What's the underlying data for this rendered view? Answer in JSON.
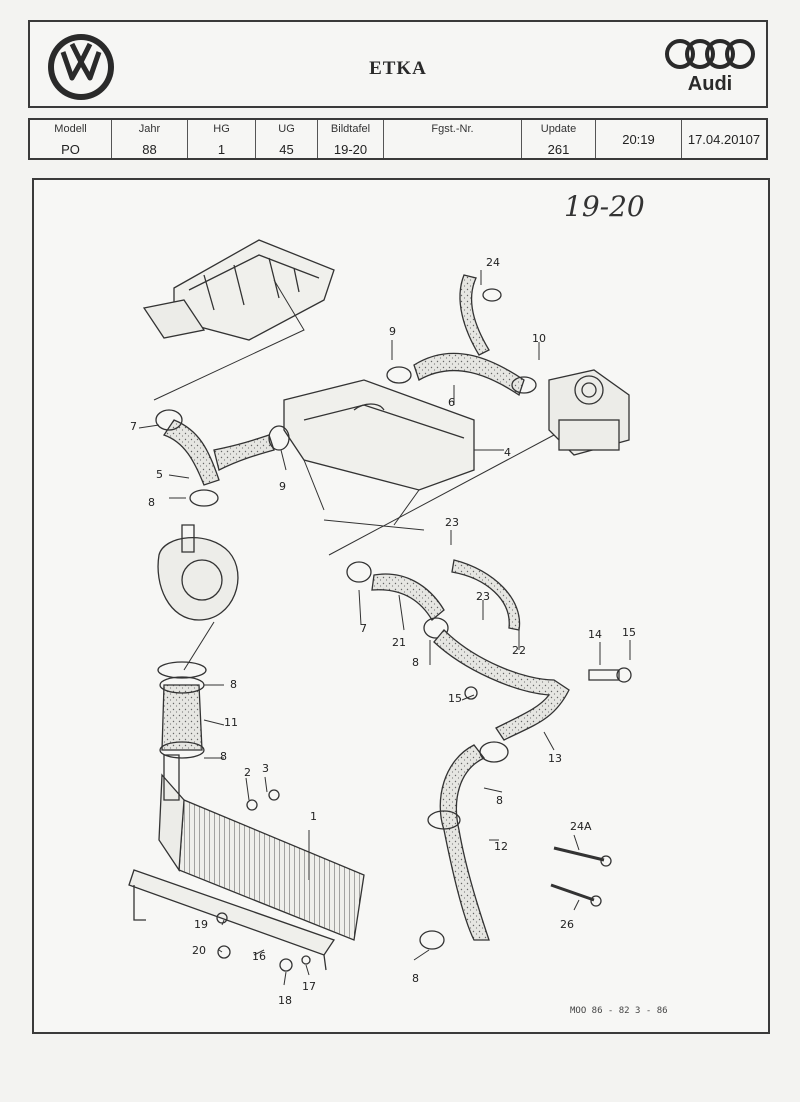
{
  "header": {
    "title": "ETKA",
    "left_logo": "vw-logo",
    "right_logo": "audi-logo",
    "right_logo_text": "Audi"
  },
  "info_row": {
    "modell_label": "Modell",
    "modell_value": "PO",
    "jahr_label": "Jahr",
    "jahr_value": "88",
    "hg_label": "HG",
    "hg_value": "1",
    "ug_label": "UG",
    "ug_value": "45",
    "bildtafel_label": "Bildtafel",
    "bildtafel_value": "19-20",
    "fgst_label": "Fgst.-Nr.",
    "fgst_value": "",
    "update_label": "Update",
    "update_value": "261",
    "time": "20:19",
    "date": "17.04.20107"
  },
  "diagram": {
    "handwritten_note": "19-20",
    "footer_code": "MOO 86 - 82   3 - 86",
    "part_labels": [
      {
        "id": "p24-top",
        "text": "24"
      },
      {
        "id": "p9-top",
        "text": "9"
      },
      {
        "id": "p10",
        "text": "10"
      },
      {
        "id": "p6",
        "text": "6"
      },
      {
        "id": "p7-top",
        "text": "7"
      },
      {
        "id": "p5",
        "text": "5"
      },
      {
        "id": "p8-a",
        "text": "8"
      },
      {
        "id": "p9-mid",
        "text": "9"
      },
      {
        "id": "p4",
        "text": "4"
      },
      {
        "id": "p23-a",
        "text": "23"
      },
      {
        "id": "p23-b",
        "text": "23"
      },
      {
        "id": "p7-mid",
        "text": "7"
      },
      {
        "id": "p21",
        "text": "21"
      },
      {
        "id": "p8-b",
        "text": "8"
      },
      {
        "id": "p22",
        "text": "22"
      },
      {
        "id": "p14",
        "text": "14"
      },
      {
        "id": "p15-a",
        "text": "15"
      },
      {
        "id": "p15-b",
        "text": "15"
      },
      {
        "id": "p8-c",
        "text": "8"
      },
      {
        "id": "p11",
        "text": "11"
      },
      {
        "id": "p8-d",
        "text": "8"
      },
      {
        "id": "p13",
        "text": "13"
      },
      {
        "id": "p2",
        "text": "2"
      },
      {
        "id": "p3",
        "text": "3"
      },
      {
        "id": "p8-e",
        "text": "8"
      },
      {
        "id": "p1",
        "text": "1"
      },
      {
        "id": "p12",
        "text": "12"
      },
      {
        "id": "p24a",
        "text": "24A"
      },
      {
        "id": "p26",
        "text": "26"
      },
      {
        "id": "p19",
        "text": "19"
      },
      {
        "id": "p20",
        "text": "20"
      },
      {
        "id": "p16",
        "text": "16"
      },
      {
        "id": "p17",
        "text": "17"
      },
      {
        "id": "p18",
        "text": "18"
      },
      {
        "id": "p8-f",
        "text": "8"
      }
    ]
  }
}
